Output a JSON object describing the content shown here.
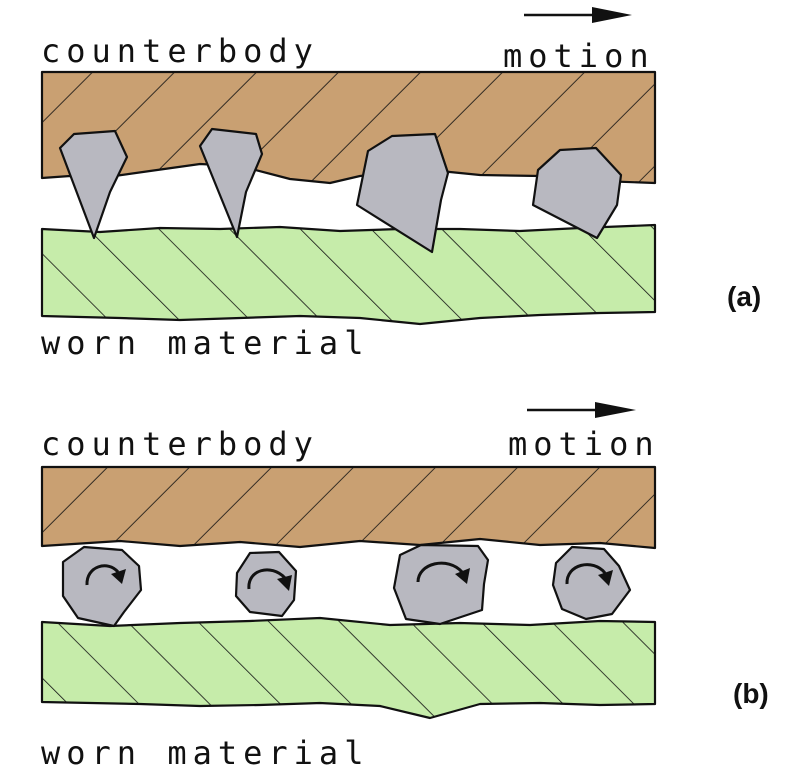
{
  "panels": [
    {
      "id": "a",
      "tag": "(a)",
      "top_label": "counterbody",
      "motion_label": "motion",
      "bottom_label": "worn material",
      "mode": "sliding"
    },
    {
      "id": "b",
      "tag": "(b)",
      "top_label": "counterbody",
      "motion_label": "motion",
      "bottom_label": "worn material",
      "mode": "rolling"
    }
  ],
  "colors": {
    "counterbody": "#c9a072",
    "worn_material": "#c6ecaa",
    "particle": "#b8b8c0",
    "outline": "#111111"
  },
  "icons": {
    "motion_arrow": "right-arrow-icon",
    "rotation": "clockwise-rotation-icon"
  }
}
